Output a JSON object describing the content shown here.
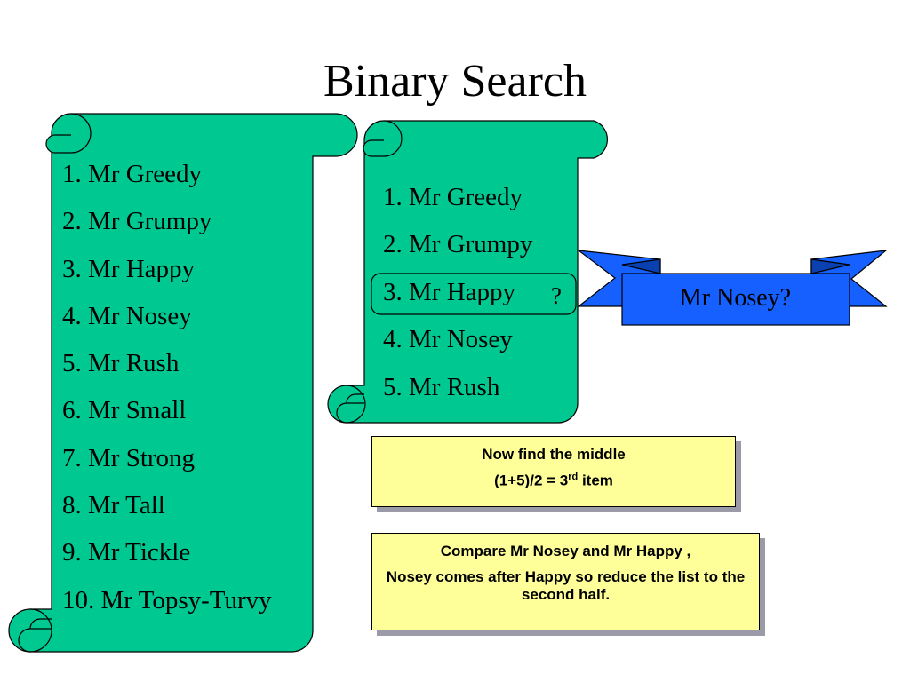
{
  "title": "Binary Search",
  "colors": {
    "scroll_fill": "#00c891",
    "ribbon_fill": "#1560ff",
    "note_fill": "#ffff99",
    "note_shadow": "#9a9aa8"
  },
  "scroll1": {
    "items": [
      "1. Mr Greedy",
      "2. Mr Grumpy",
      "3. Mr Happy",
      "4. Mr Nosey",
      "5. Mr Rush",
      "6. Mr Small",
      "7. Mr Strong",
      "8. Mr Tall",
      "9. Mr Tickle",
      "10. Mr Topsy-Turvy"
    ]
  },
  "scroll2": {
    "items": [
      "1. Mr Greedy",
      "2. Mr Grumpy",
      "3. Mr Happy",
      "4. Mr Nosey",
      "5. Mr Rush"
    ],
    "highlight_index": 2,
    "question_mark": "?"
  },
  "ribbon": {
    "text": "Mr Nosey?"
  },
  "note1": {
    "line1": "Now find the middle",
    "line2_prefix": "(1+5)/2 = 3",
    "line2_sup": "rd",
    "line2_suffix": " item"
  },
  "note2": {
    "line1": "Compare Mr Nosey and Mr Happy ,",
    "line2": "Nosey comes after Happy so reduce the list to the second half."
  }
}
